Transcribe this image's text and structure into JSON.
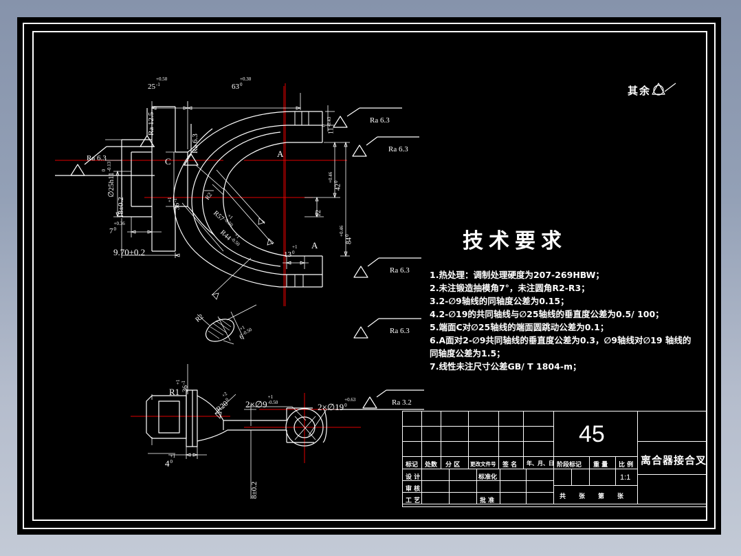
{
  "drawing": {
    "general_note_label": "其余",
    "general_finish_symbol": "⌾",
    "tech_title": "技术要求",
    "tech_items": [
      "1.热处理：调制处理硬度为207-269HBW；",
      "2.未注锻造抽模角7°，未注圆角R2-R3；",
      "3.2-∅9轴线的同轴度公差为0.15；",
      "4.2-∅19的共同轴线与∅25轴线的垂直度公差为0.5/ 100；",
      "5.端面C对∅25轴线的端面圆跳动公差为0.1；",
      "6.A面对2-∅9共同轴线的垂直度公差为0.3，∅9轴线对∅19 轴线的",
      "同轴度公差为1.5；",
      "7.线性未注尺寸公差GB/ T 1804-m；"
    ]
  },
  "main_view": {
    "dims": [
      {
        "id": "d25",
        "text": "25",
        "up": "+0.50",
        "lo": "-1"
      },
      {
        "id": "d63",
        "text": "63",
        "up": "+0.30",
        "lo": "0"
      },
      {
        "id": "d11",
        "text": "11",
        "up": "0",
        "lo": "-0.43"
      },
      {
        "id": "d42",
        "text": "42",
        "up": "+0.46",
        "lo": "0"
      },
      {
        "id": "d84",
        "text": "84",
        "up": "+0.46",
        "lo": "0"
      },
      {
        "id": "d12",
        "text": "12",
        "up": "",
        "lo": ""
      },
      {
        "id": "d13",
        "text": "13",
        "up": "+1",
        "lo": "0"
      },
      {
        "id": "d18",
        "text": "18±0.2",
        "up": "",
        "lo": ""
      },
      {
        "id": "d7",
        "text": "7",
        "up": "+0.36",
        "lo": "0"
      },
      {
        "id": "d970",
        "text": "9.70±0.2",
        "up": "",
        "lo": ""
      },
      {
        "id": "d36",
        "text": "36",
        "up": "+1",
        "lo": "-1"
      },
      {
        "id": "dia25",
        "text": "∅25h11",
        "up": "0",
        "lo": "-0.13"
      },
      {
        "id": "r57",
        "text": "R57",
        "up": "+1",
        "lo": "-0.50"
      },
      {
        "id": "r44",
        "text": "R44",
        "up": "+1",
        "lo": "-0.50"
      },
      {
        "id": "r2a",
        "text": "R2",
        "up": "",
        "lo": ""
      },
      {
        "id": "r2b",
        "text": "R2",
        "up": "",
        "lo": ""
      },
      {
        "id": "d6",
        "text": "6",
        "up": "+1",
        "lo": "-0.50"
      }
    ],
    "labels": [
      {
        "id": "face_a_top",
        "text": "A"
      },
      {
        "id": "face_a_bot",
        "text": "A"
      },
      {
        "id": "face_c",
        "text": "C"
      }
    ],
    "roughness": [
      {
        "id": "ra125_left",
        "text": "Ra 12.5"
      },
      {
        "id": "ra63_leftmost",
        "text": "Ra 6.3"
      },
      {
        "id": "ra63_c",
        "text": "Ra 6.3"
      },
      {
        "id": "ra63_tr1",
        "text": "Ra 6.3"
      },
      {
        "id": "ra63_tr2",
        "text": "Ra 6.3"
      },
      {
        "id": "ra63_mr",
        "text": "Ra 6.3"
      },
      {
        "id": "ra63_br",
        "text": "Ra 6.3"
      }
    ]
  },
  "bottom_view": {
    "dims": [
      {
        "id": "b36",
        "text": "36",
        "up": "+1",
        "lo": "-1"
      },
      {
        "id": "br1",
        "text": "R1",
        "up": "",
        "lo": ""
      },
      {
        "id": "br20",
        "text": "R20",
        "up": "+2",
        "lo": "0"
      },
      {
        "id": "b4",
        "text": "4",
        "up": "+1",
        "lo": "0"
      },
      {
        "id": "b8",
        "text": "8±0.2",
        "up": "",
        "lo": ""
      },
      {
        "id": "b2x9",
        "text": "2×∅9",
        "up": "+1",
        "lo": "-0.50"
      },
      {
        "id": "b2x19",
        "text": "2×∅19",
        "up": "+0.63",
        "lo": "0"
      }
    ],
    "roughness": [
      {
        "id": "ra32",
        "text": "Ra 3.2"
      }
    ]
  },
  "title_block": {
    "row_headers": [
      "标记",
      "处数",
      "分 区",
      "更改文件号",
      "签 名",
      "年、月、日"
    ],
    "left_labels": [
      "设 计",
      "审 核",
      "工 艺"
    ],
    "mid_labels": [
      "标准化",
      "批 准"
    ],
    "material": "45",
    "part_name": "离合器接合叉",
    "stage_headers": [
      "阶段标记",
      "重 量",
      "比 例"
    ],
    "scale_value": "1:1",
    "sheet_row": [
      "共",
      "张",
      "第",
      "张"
    ]
  }
}
